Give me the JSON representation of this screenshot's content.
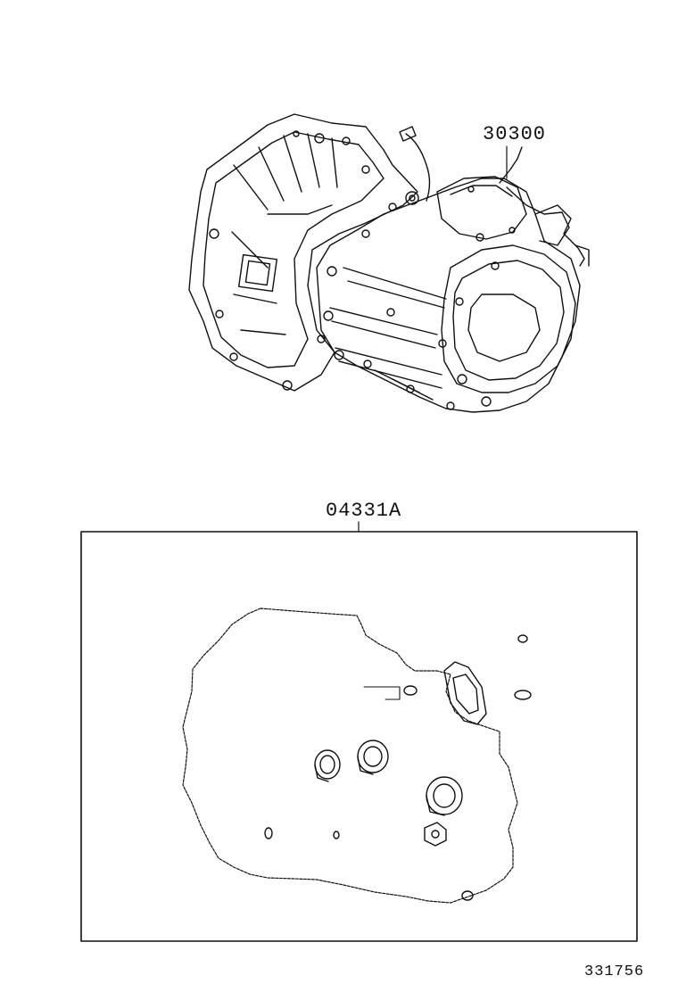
{
  "labels": {
    "transmission_part_number": "30300",
    "gasket_kit_part_number": "04331A",
    "figure_number": "331756"
  }
}
